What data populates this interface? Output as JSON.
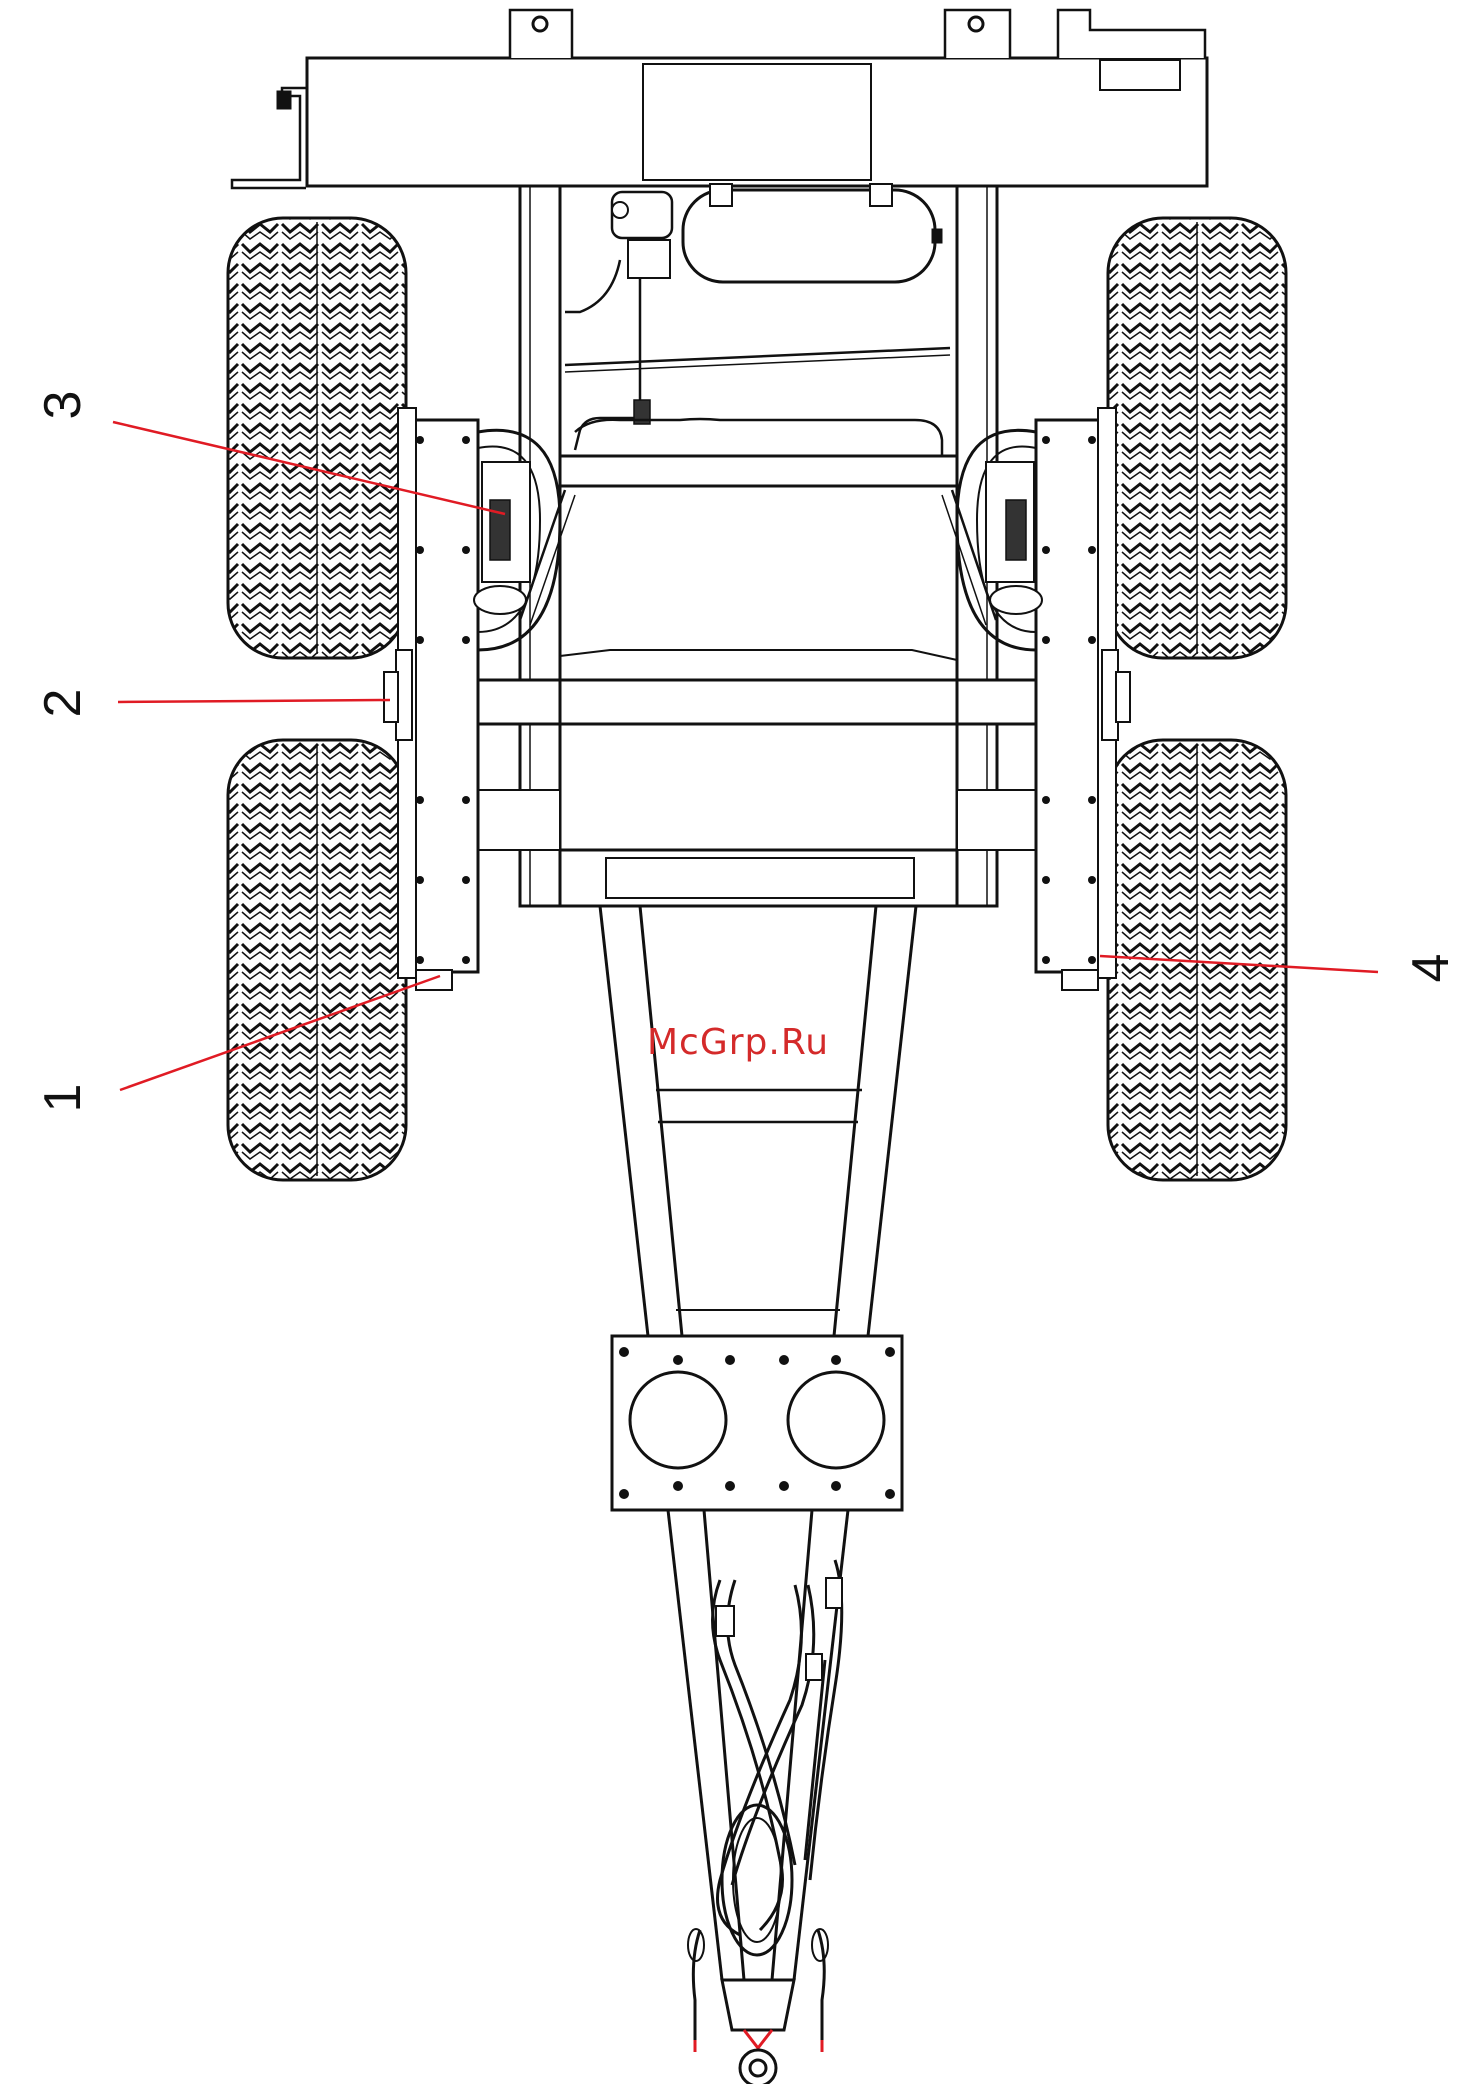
{
  "drawing": {
    "callouts": [
      {
        "id": "1",
        "label": "1"
      },
      {
        "id": "2",
        "label": "2"
      },
      {
        "id": "3",
        "label": "3"
      },
      {
        "id": "4",
        "label": "4"
      }
    ],
    "watermark": "McGrp.Ru"
  },
  "colors": {
    "line": "#111111",
    "leader": "#e01b24",
    "watermark": "#d42a2a",
    "background": "#ffffff"
  }
}
